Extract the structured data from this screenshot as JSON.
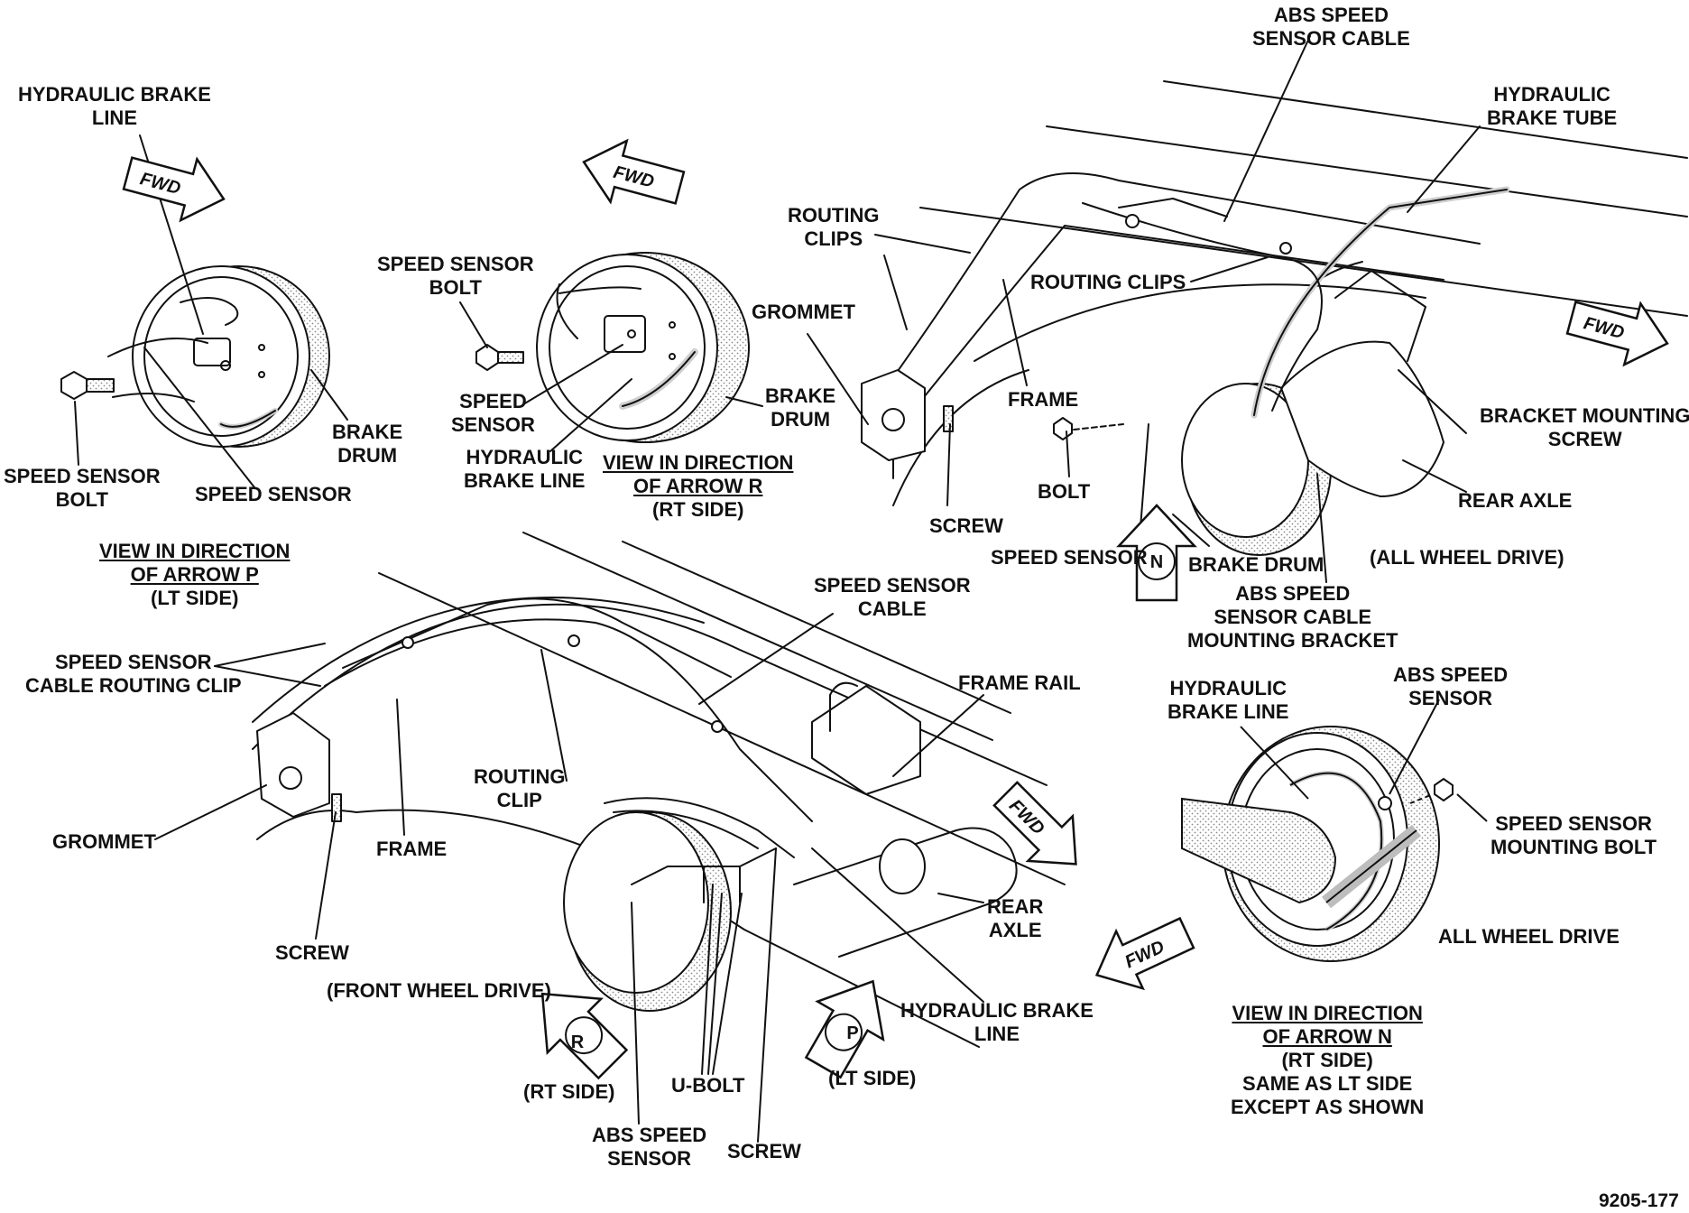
{
  "labels": {
    "hyd_brake_line_tl": [
      "HYDRAULIC BRAKE",
      "LINE"
    ],
    "speed_sensor_bolt_tl": [
      "SPEED SENSOR",
      "BOLT"
    ],
    "speed_sensor_tl": "SPEED SENSOR",
    "brake_drum_tl": [
      "BRAKE",
      "DRUM"
    ],
    "speed_sensor_bolt_r": [
      "SPEED SENSOR",
      "BOLT"
    ],
    "speed_sensor_r": [
      "SPEED",
      "SENSOR"
    ],
    "hyd_brake_line_r": [
      "HYDRAULIC",
      "BRAKE LINE"
    ],
    "brake_drum_r": [
      "BRAKE",
      "DRUM"
    ],
    "view_r": [
      "VIEW IN DIRECTION",
      "OF ARROW R"
    ],
    "view_r_side": "(RT SIDE)",
    "grommet_top": "GROMMET",
    "routing_clips_1": [
      "ROUTING",
      "CLIPS"
    ],
    "routing_clips_2": "ROUTING CLIPS",
    "frame_top": "FRAME",
    "screw_top": "SCREW",
    "bolt_top": "BOLT",
    "speed_sensor_n": "SPEED SENSOR",
    "brake_drum_n": "BRAKE DRUM",
    "abs_cable_mount": [
      "ABS SPEED",
      "SENSOR CABLE",
      "MOUNTING BRACKET"
    ],
    "abs_cable_top": [
      "ABS SPEED",
      "SENSOR CABLE"
    ],
    "hyd_brake_tube": [
      "HYDRAULIC",
      "BRAKE TUBE"
    ],
    "bracket_mount_screw": [
      "BRACKET MOUNTING",
      "SCREW"
    ],
    "rear_axle_top": "REAR AXLE",
    "awd_paren": "(ALL WHEEL DRIVE)",
    "view_p": [
      "VIEW IN DIRECTION",
      "OF ARROW P"
    ],
    "view_p_side": "(LT SIDE)",
    "ss_cable_clip": [
      "SPEED SENSOR",
      "CABLE ROUTING CLIP"
    ],
    "grommet_bottom": "GROMMET",
    "frame_bottom": "FRAME",
    "screw_left": "SCREW",
    "fwd_drive": "(FRONT WHEEL DRIVE)",
    "routing_clip": [
      "ROUTING",
      "CLIP"
    ],
    "ss_cable": [
      "SPEED SENSOR",
      "CABLE"
    ],
    "frame_rail": "FRAME RAIL",
    "rear_axle_bottom": [
      "REAR",
      "AXLE"
    ],
    "hyd_brake_line_bottom": [
      "HYDRAULIC BRAKE",
      "LINE"
    ],
    "rt_side": "(RT SIDE)",
    "u_bolt": "U-BOLT",
    "lt_side": "(LT SIDE)",
    "abs_sensor_bottom": [
      "ABS SPEED",
      "SENSOR"
    ],
    "screw_bottom": "SCREW",
    "hyd_brake_line_awd": [
      "HYDRAULIC",
      "BRAKE LINE"
    ],
    "abs_sensor_awd": [
      "ABS SPEED",
      "SENSOR"
    ],
    "ss_mount_bolt": [
      "SPEED SENSOR",
      "MOUNTING BOLT"
    ],
    "awd": "ALL WHEEL DRIVE",
    "view_n": [
      "VIEW IN DIRECTION",
      "OF ARROW N"
    ],
    "view_n_extra": [
      "(RT SIDE)",
      "SAME AS LT SIDE",
      "EXCEPT AS SHOWN"
    ],
    "fig_number": "9205-177"
  },
  "arrows": {
    "fwd": "FWD",
    "r": "R",
    "p": "P",
    "n": "N"
  },
  "colors": {
    "ink": "#111111",
    "shade": "#bdbdbd",
    "paper": "#ffffff"
  }
}
